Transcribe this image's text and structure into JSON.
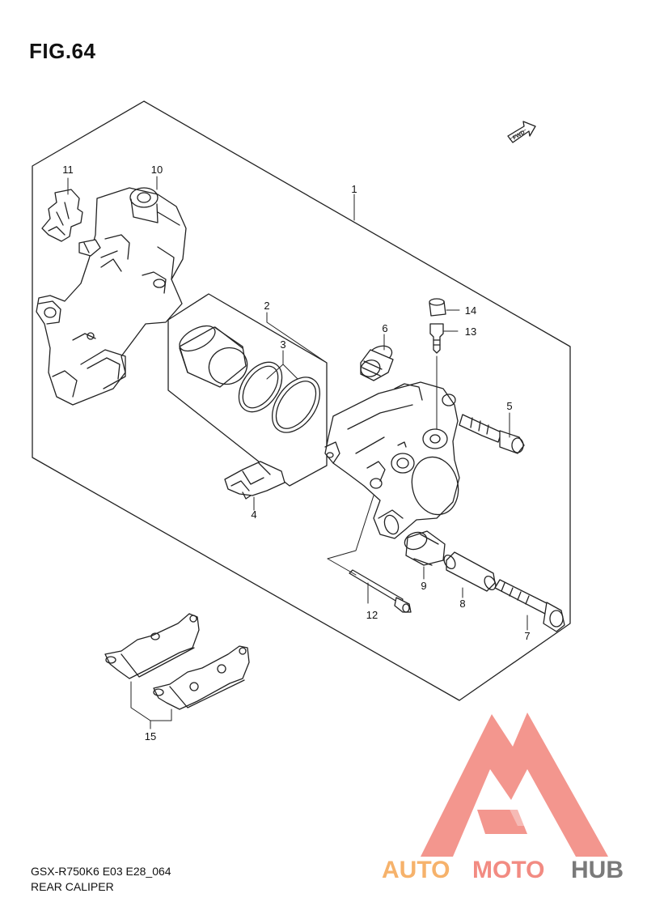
{
  "figure": {
    "title": "FIG.64"
  },
  "footer": {
    "model_code": "GSX-R750K6 E03 E28_064",
    "section_name": "REAR CALIPER"
  },
  "direction_marker": {
    "label": "FWD"
  },
  "part_numbers": {
    "p1": "1",
    "p2": "2",
    "p3": "3",
    "p4": "4",
    "p5": "5",
    "p6": "6",
    "p7": "7",
    "p8": "8",
    "p9": "9",
    "p10": "10",
    "p11": "11",
    "p12": "12",
    "p13": "13",
    "p14": "14",
    "p15": "15"
  },
  "watermark": {
    "text_auto": "AUTO",
    "text_moto": "MOTO",
    "text_hub": "HUB"
  },
  "colors": {
    "line": "#222222",
    "watermark_red": "#f28b82",
    "watermark_orange": "#f6b26b",
    "watermark_gray": "#7a7a7a"
  }
}
